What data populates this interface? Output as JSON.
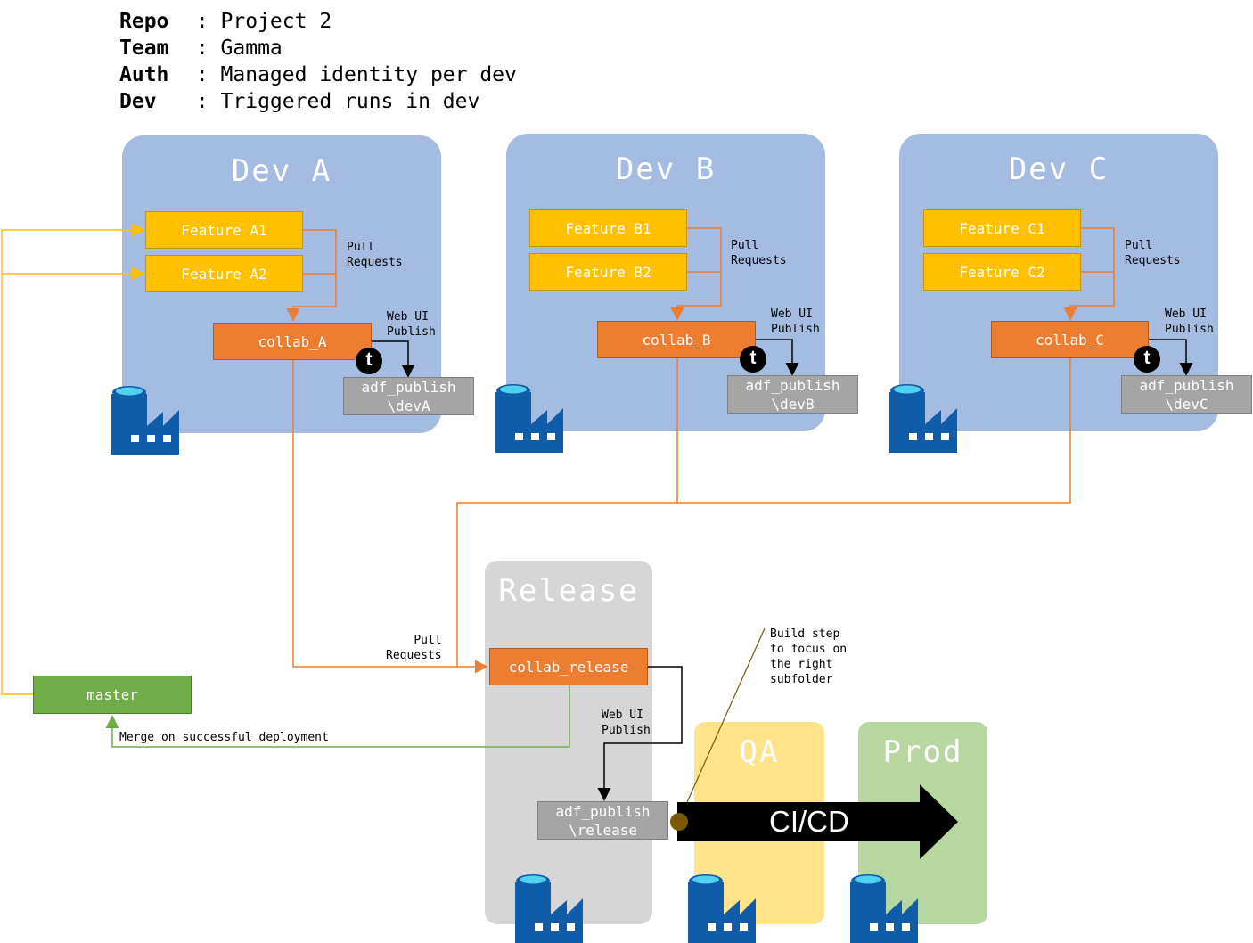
{
  "header": {
    "repo": {
      "key": "Repo",
      "value": "Project 2"
    },
    "team": {
      "key": "Team",
      "value": "Gamma"
    },
    "auth": {
      "key": "Auth",
      "value": "Managed identity per dev"
    },
    "dev": {
      "key": "Dev",
      "value": "Triggered runs in dev"
    }
  },
  "separator": " : ",
  "environments": {
    "dev_a": {
      "title": "Dev A",
      "feature1": "Feature A1",
      "feature2": "Feature A2",
      "collab": "collab_A",
      "publish": "adf_publish\n\\devA",
      "pull_requests": "Pull\nRequests",
      "web_ui_publish": "Web UI\nPublish",
      "trigger": "t"
    },
    "dev_b": {
      "title": "Dev B",
      "feature1": "Feature B1",
      "feature2": "Feature B2",
      "collab": "collab_B",
      "publish": "adf_publish\n\\devB",
      "pull_requests": "Pull\nRequests",
      "web_ui_publish": "Web UI\nPublish",
      "trigger": "t"
    },
    "dev_c": {
      "title": "Dev C",
      "feature1": "Feature C1",
      "feature2": "Feature C2",
      "collab": "collab_C",
      "publish": "adf_publish\n\\devC",
      "pull_requests": "Pull\nRequests",
      "web_ui_publish": "Web UI\nPublish",
      "trigger": "t"
    },
    "release": {
      "title": "Release",
      "collab": "collab_release",
      "publish": "adf_publish\n\\release",
      "pull_requests": "Pull\nRequests",
      "web_ui_publish": "Web UI\nPublish"
    },
    "qa": {
      "title": "QA"
    },
    "prod": {
      "title": "Prod"
    }
  },
  "master": {
    "label": "master",
    "merge_note": "Merge on successful deployment"
  },
  "build_note": "Build step\nto focus on\nthe right\nsubfolder",
  "cicd": {
    "label": "CI/CD"
  },
  "icons": {
    "factory": "data-factory-icon",
    "trigger": "trigger-icon"
  },
  "colors": {
    "dev_env": "#a4bce2",
    "release_env": "#d6d6d6",
    "qa_env": "#ffe38a",
    "prod_env": "#b7d7a0",
    "feature": "#ffc000",
    "collab": "#ed7d31",
    "publish": "#a5a5a5",
    "master": "#70ad47",
    "factory_blue": "#0f5ca8",
    "factory_cyan": "#4fd1f0"
  }
}
